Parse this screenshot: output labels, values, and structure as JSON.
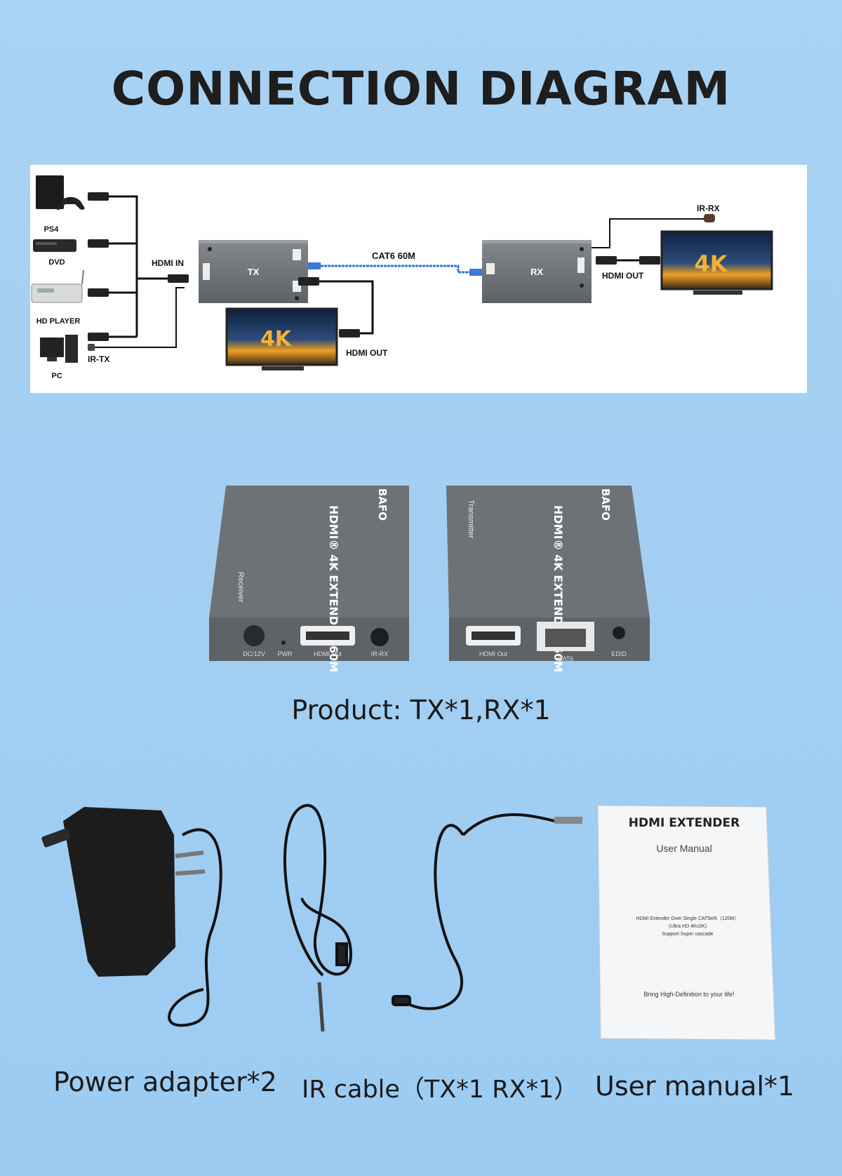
{
  "title": "CONNECTION DIAGRAM",
  "diagram": {
    "sources": [
      "PS4",
      "DVD",
      "HD PLAYER",
      "PC"
    ],
    "ir_tx": "IR-TX",
    "ir_rx": "IR-RX",
    "hdmi_in": "HDMI IN",
    "hdmi_out_local": "HDMI OUT",
    "hdmi_out_remote": "HDMI OUT",
    "tx_label": "TX",
    "rx_label": "RX",
    "cable_label": "CAT6 60M",
    "tv_text": "4K"
  },
  "product": {
    "brand": "BAFO",
    "product_line": "HDMI® 4K EXTENDER 60M",
    "receiver_label": "Receiver",
    "transmitter_label": "Transmitter",
    "receiver_ports": [
      "DC/12V",
      "PWR",
      "HDMI Out",
      "IR-RX"
    ],
    "transmitter_ports": [
      "HDMI Out",
      "CAT6",
      "EDID"
    ],
    "caption": "Product: TX*1,RX*1"
  },
  "accessories": {
    "manual_title": "HDMI EXTENDER",
    "manual_subtitle": "User Manual",
    "manual_desc_1": "HDMI Extender Over Single CAT5e/6（120M）",
    "manual_desc_2": "(Ultra HD 4Kx2K)",
    "manual_desc_3": "Support Super cascade",
    "manual_slogan": "Bring High-Definition to your life!",
    "power_caption": "Power adapter*2",
    "ir_caption": "IR cable（TX*1 RX*1）",
    "manual_caption": "User manual*1"
  },
  "colors": {
    "background": "#a4cff2",
    "device": "#6e7377",
    "cat6_cable": "#2f6fd8",
    "tv_screen": "#f0a020"
  }
}
